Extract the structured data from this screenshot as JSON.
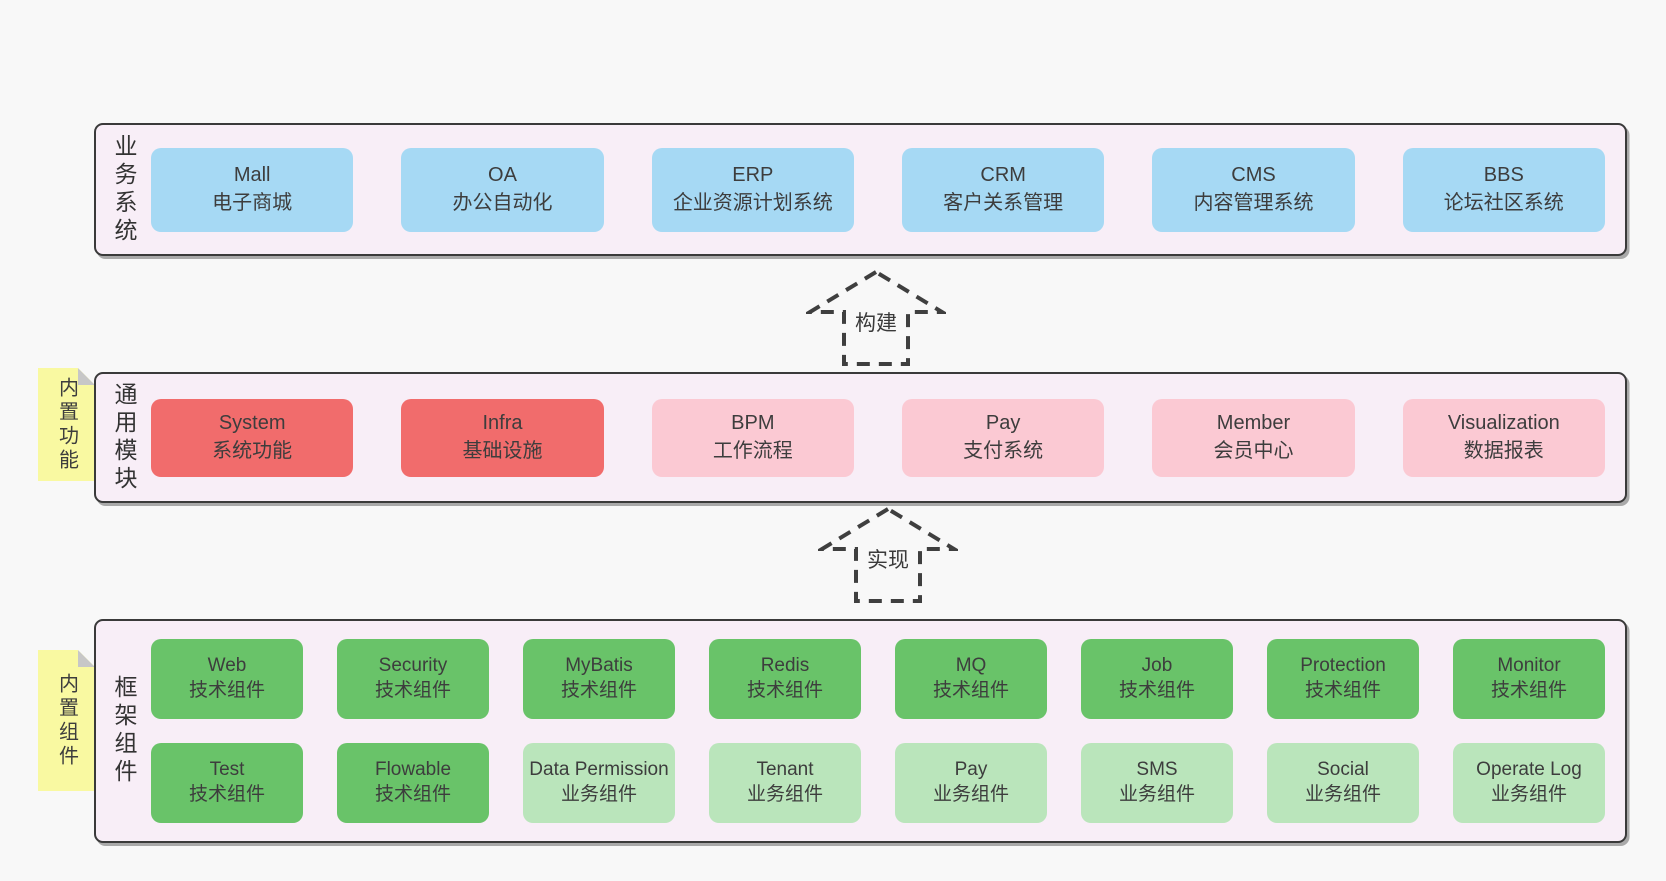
{
  "palette": {
    "page_bg": "#f8f8f8",
    "panel_bg": "#f8eef7",
    "panel_border": "#3a3a3a",
    "box_blue": "#a6d9f4",
    "box_red": "#f16c6c",
    "box_pink": "#fbc9d3",
    "box_green": "#69c369",
    "box_green_light": "#bae5bb",
    "tab_yellow": "#f9f9a1",
    "fold_gray": "#c7c7c7",
    "text": "#3d3d3d"
  },
  "sections": {
    "business": {
      "label": "业务系统",
      "boxes": [
        {
          "title": "Mall",
          "subtitle": "电子商城",
          "variant": "blue"
        },
        {
          "title": "OA",
          "subtitle": "办公自动化",
          "variant": "blue"
        },
        {
          "title": "ERP",
          "subtitle": "企业资源计划系统",
          "variant": "blue"
        },
        {
          "title": "CRM",
          "subtitle": "客户关系管理",
          "variant": "blue"
        },
        {
          "title": "CMS",
          "subtitle": "内容管理系统",
          "variant": "blue"
        },
        {
          "title": "BBS",
          "subtitle": "论坛社区系统",
          "variant": "blue"
        }
      ]
    },
    "modules": {
      "label": "通用模块",
      "tab": "内置功能",
      "boxes": [
        {
          "title": "System",
          "subtitle": "系统功能",
          "variant": "red"
        },
        {
          "title": "Infra",
          "subtitle": "基础设施",
          "variant": "red"
        },
        {
          "title": "BPM",
          "subtitle": "工作流程",
          "variant": "pink"
        },
        {
          "title": "Pay",
          "subtitle": "支付系统",
          "variant": "pink"
        },
        {
          "title": "Member",
          "subtitle": "会员中心",
          "variant": "pink"
        },
        {
          "title": "Visualization",
          "subtitle": "数据报表",
          "variant": "pink"
        }
      ]
    },
    "components": {
      "label": "框架组件",
      "tab": "内置组件",
      "rows": [
        [
          {
            "title": "Web",
            "subtitle": "技术组件",
            "variant": "green"
          },
          {
            "title": "Security",
            "subtitle": "技术组件",
            "variant": "green"
          },
          {
            "title": "MyBatis",
            "subtitle": "技术组件",
            "variant": "green"
          },
          {
            "title": "Redis",
            "subtitle": "技术组件",
            "variant": "green"
          },
          {
            "title": "MQ",
            "subtitle": "技术组件",
            "variant": "green"
          },
          {
            "title": "Job",
            "subtitle": "技术组件",
            "variant": "green"
          },
          {
            "title": "Protection",
            "subtitle": "技术组件",
            "variant": "green"
          },
          {
            "title": "Monitor",
            "subtitle": "技术组件",
            "variant": "green"
          }
        ],
        [
          {
            "title": "Test",
            "subtitle": "技术组件",
            "variant": "green"
          },
          {
            "title": "Flowable",
            "subtitle": "技术组件",
            "variant": "green"
          },
          {
            "title": "Data Permission",
            "subtitle": "业务组件",
            "variant": "green-light"
          },
          {
            "title": "Tenant",
            "subtitle": "业务组件",
            "variant": "green-light"
          },
          {
            "title": "Pay",
            "subtitle": "业务组件",
            "variant": "green-light"
          },
          {
            "title": "SMS",
            "subtitle": "业务组件",
            "variant": "green-light"
          },
          {
            "title": "Social",
            "subtitle": "业务组件",
            "variant": "green-light"
          },
          {
            "title": "Operate Log",
            "subtitle": "业务组件",
            "variant": "green-light"
          }
        ]
      ]
    }
  },
  "arrows": {
    "build": {
      "label": "构建"
    },
    "implement": {
      "label": "实现"
    }
  }
}
